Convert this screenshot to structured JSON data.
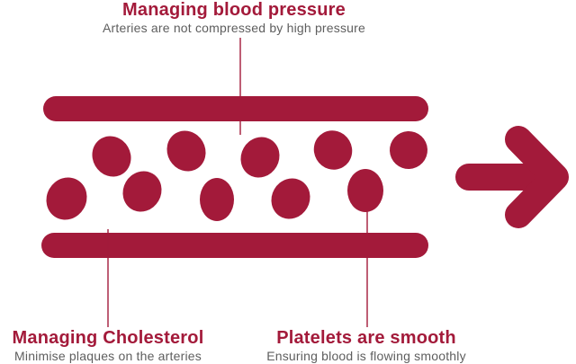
{
  "colors": {
    "primary": "#a31a3a",
    "subtext": "#5e5e5e",
    "background": "#ffffff"
  },
  "labels": {
    "blood_pressure": {
      "title": "Managing blood pressure",
      "subtitle": "Arteries are not compressed by high pressure"
    },
    "cholesterol": {
      "title": "Managing Cholesterol",
      "subtitle": "Minimise plaques on the arteries"
    },
    "platelets": {
      "title": "Platelets are smooth",
      "subtitle": "Ensuring blood is flowing smoothly"
    }
  },
  "icons": {
    "flow_arrow": "arrow-right-icon",
    "cells": "blood-cell-icon",
    "walls": "artery-wall"
  }
}
